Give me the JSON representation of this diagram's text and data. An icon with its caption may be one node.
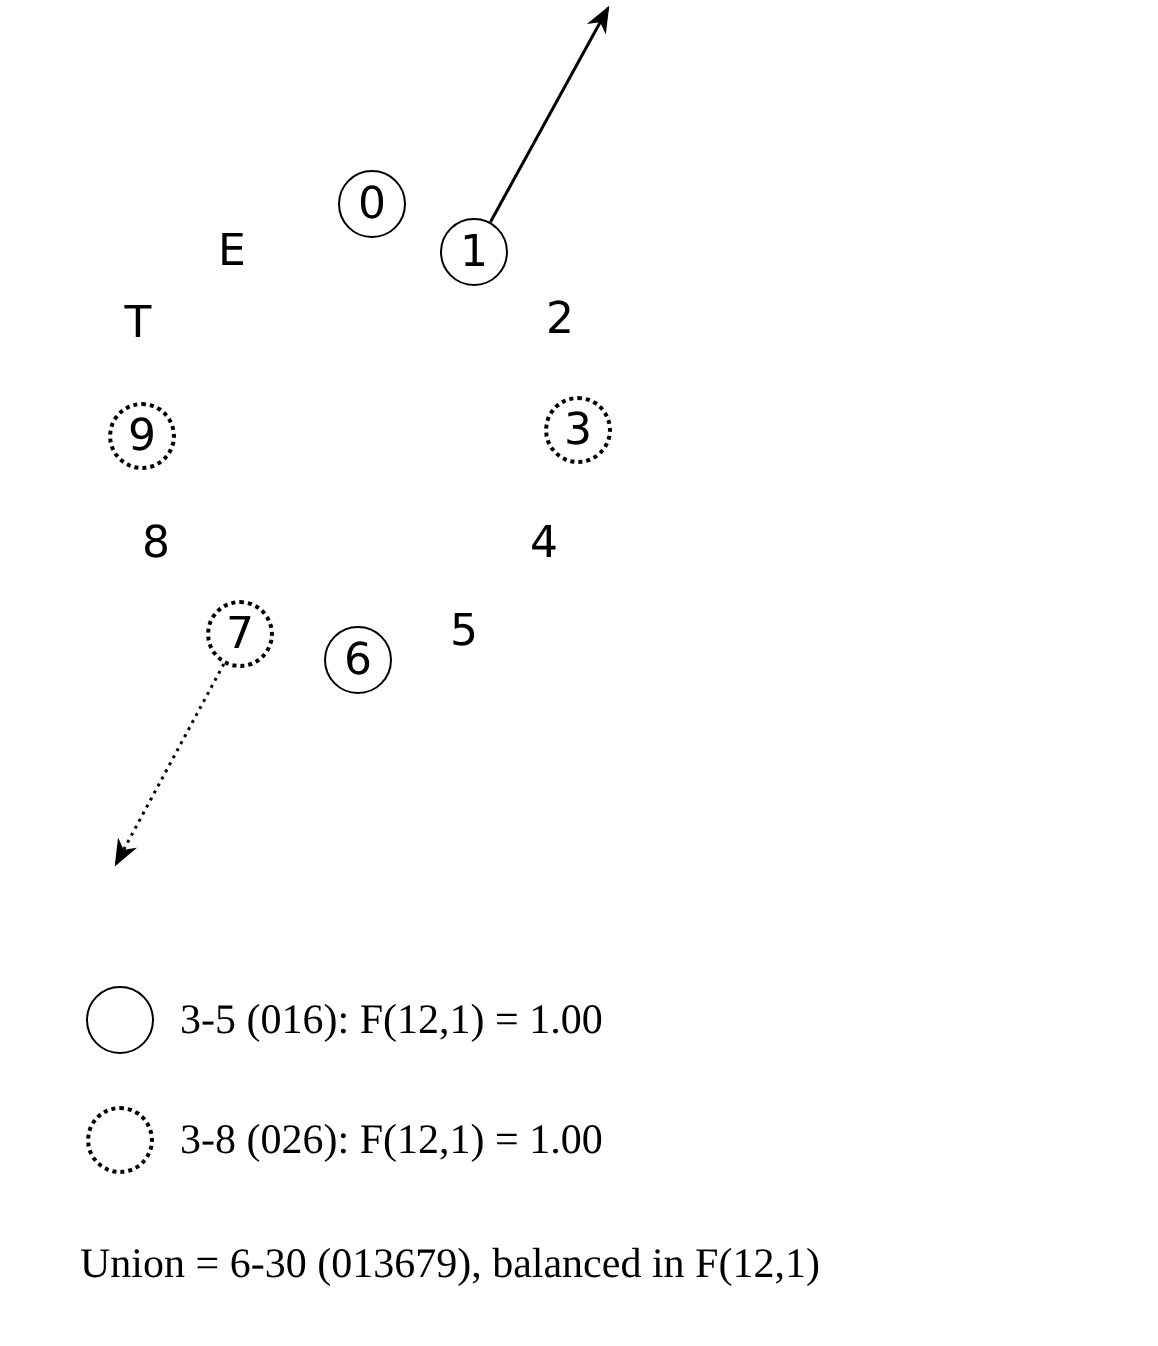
{
  "diagram": {
    "nodes": [
      {
        "text": [
          "0"
        ]
      },
      {
        "text": [
          "1"
        ]
      },
      {
        "text": [
          "9"
        ]
      },
      {
        "text": [
          "3"
        ]
      },
      {
        "text": [
          "7"
        ]
      },
      {
        "text": [
          "6"
        ]
      }
    ],
    "edges": [
      {
        "from": 1,
        "to": null,
        "arrow": "to"
      },
      {
        "from": 4,
        "to": null,
        "arrow": "to",
        "style": "dashed"
      }
    ],
    "labels": [
      "E",
      "2",
      "T",
      "8",
      "4",
      "5",
      "Union = 6-30 (013679), balanced in F(12,1)"
    ],
    "legend": [
      {
        "text": "3-5 (016): F(12,1) = 1.00"
      },
      {
        "text": "3-8 (026): F(12,1) = 1.00"
      }
    ]
  }
}
